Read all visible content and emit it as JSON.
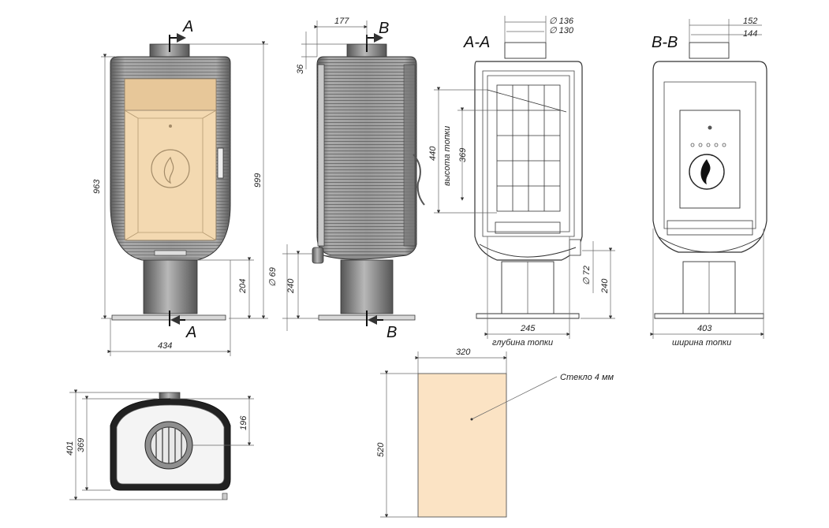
{
  "front_view": {
    "section_marker_top": "A",
    "section_marker_bottom": "A",
    "dim_height_body": "963",
    "dim_height_total": "999",
    "dim_height_base": "204",
    "dim_width": "434"
  },
  "side_view": {
    "section_marker_top": "B",
    "section_marker_bottom": "B",
    "dim_flue_offset": "177",
    "dim_top_offset": "36",
    "dim_inlet_diameter": "∅ 69",
    "dim_inlet_height": "240"
  },
  "section_a": {
    "title": "A-A",
    "dim_outer_diameter": "∅ 136",
    "dim_inner_diameter": "∅ 130",
    "dim_firebox_height_label": "высота топки",
    "dim_firebox_height_outer": "440",
    "dim_firebox_height_inner": "369",
    "dim_inlet_diameter": "∅ 72",
    "dim_inlet_height": "240",
    "dim_depth": "245",
    "dim_depth_label": "глубина топки"
  },
  "section_b": {
    "title": "B-B",
    "dim_outer": "152",
    "dim_inner": "144",
    "dim_width": "403",
    "dim_width_label": "ширина топки"
  },
  "top_view": {
    "dim_depth_total": "401",
    "dim_depth_body": "369",
    "dim_flue_offset": "196"
  },
  "glass": {
    "dim_width": "320",
    "dim_height": "520",
    "label": "Стекло 4 мм",
    "fill_color": "#fbe3c4"
  },
  "colors": {
    "firebox_fill": "#f3d9b1",
    "body_fill": "#8e8e8e"
  }
}
